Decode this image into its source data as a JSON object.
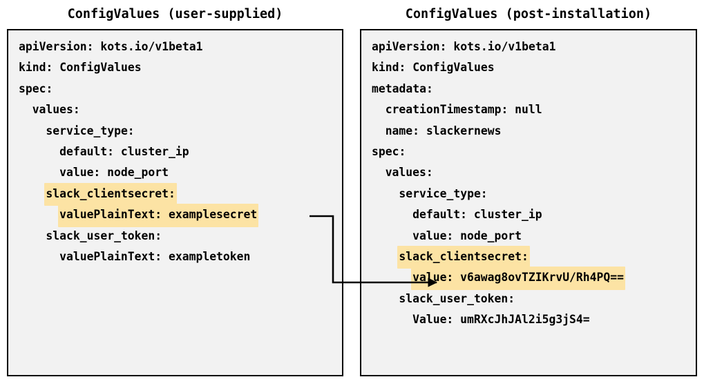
{
  "diagram": {
    "type": "comparison-flow",
    "connector": {
      "name": "secret-encryption-arrow",
      "from": "left.lines.8",
      "to": "right.lines.10",
      "direction": "left-to-right",
      "color": "#000000"
    },
    "highlight_color": "#fce3a4",
    "panel_background": "#f2f2f2",
    "border_color": "#000000"
  },
  "left": {
    "title": "ConfigValues (user-supplied)",
    "lines": [
      {
        "text": "apiVersion: kots.io/v1beta1",
        "indent": 0,
        "highlight": false
      },
      {
        "text": "kind: ConfigValues",
        "indent": 0,
        "highlight": false
      },
      {
        "text": "spec:",
        "indent": 0,
        "highlight": false
      },
      {
        "text": "values:",
        "indent": 1,
        "highlight": false
      },
      {
        "text": "service_type:",
        "indent": 2,
        "highlight": false
      },
      {
        "text": "default: cluster_ip",
        "indent": 3,
        "highlight": false
      },
      {
        "text": "value: node_port",
        "indent": 3,
        "highlight": false
      },
      {
        "text": "slack_clientsecret:",
        "indent": 2,
        "highlight": true
      },
      {
        "text": "valuePlainText: examplesecret",
        "indent": 3,
        "highlight": true
      },
      {
        "text": "slack_user_token:",
        "indent": 2,
        "highlight": false
      },
      {
        "text": "valuePlainText: exampletoken",
        "indent": 3,
        "highlight": false
      }
    ]
  },
  "right": {
    "title": "ConfigValues (post-installation)",
    "lines": [
      {
        "text": "apiVersion: kots.io/v1beta1",
        "indent": 0,
        "highlight": false
      },
      {
        "text": "kind: ConfigValues",
        "indent": 0,
        "highlight": false
      },
      {
        "text": "metadata:",
        "indent": 0,
        "highlight": false
      },
      {
        "text": "creationTimestamp: null",
        "indent": 1,
        "highlight": false
      },
      {
        "text": "name: slackernews",
        "indent": 1,
        "highlight": false
      },
      {
        "text": "spec:",
        "indent": 0,
        "highlight": false
      },
      {
        "text": "values:",
        "indent": 1,
        "highlight": false
      },
      {
        "text": "service_type:",
        "indent": 2,
        "highlight": false
      },
      {
        "text": "default: cluster_ip",
        "indent": 3,
        "highlight": false
      },
      {
        "text": "value: node_port",
        "indent": 3,
        "highlight": false
      },
      {
        "text": "slack_clientsecret:",
        "indent": 2,
        "highlight": true
      },
      {
        "text": "value: v6awag8ovTZIKrvU/Rh4PQ==",
        "indent": 3,
        "highlight": true
      },
      {
        "text": "slack_user_token:",
        "indent": 2,
        "highlight": false
      },
      {
        "text": "Value: umRXcJhJAl2i5g3jS4=",
        "indent": 3,
        "highlight": false
      }
    ]
  }
}
